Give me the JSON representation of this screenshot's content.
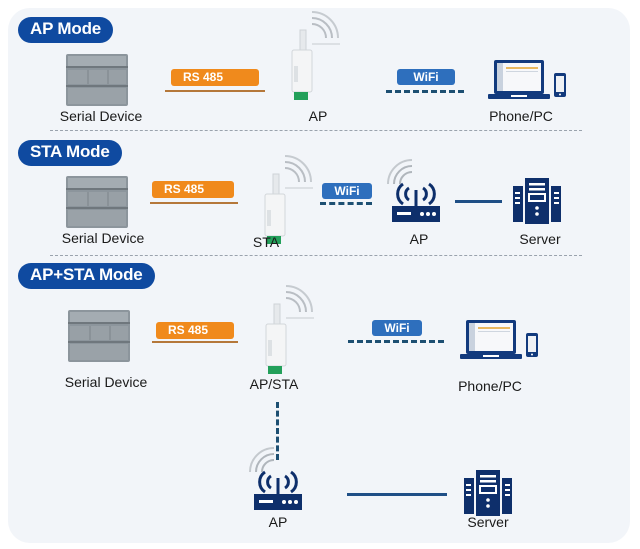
{
  "colors": {
    "mode_pill": "#0f4aa0",
    "rs485": "#f08a1c",
    "wifi": "#2e6fbd",
    "icon_navy": "#0e2f6b",
    "panel_bg": "#f2f5f9"
  },
  "sections": [
    {
      "title": "AP Mode",
      "nodes": [
        {
          "label": "Serial Device",
          "icon": "plc-device-icon"
        },
        {
          "label": "AP",
          "icon": "wifi-module-icon"
        },
        {
          "label": "Phone/PC",
          "icon": "laptop-phone-icon"
        }
      ],
      "links": [
        {
          "label": "RS 485",
          "type": "wired-serial"
        },
        {
          "label": "WiFi",
          "type": "wireless-dashed"
        }
      ]
    },
    {
      "title": "STA Mode",
      "nodes": [
        {
          "label": "Serial Device",
          "icon": "plc-device-icon"
        },
        {
          "label": "STA",
          "icon": "wifi-module-icon"
        },
        {
          "label": "AP",
          "icon": "router-icon"
        },
        {
          "label": "Server",
          "icon": "server-icon"
        }
      ],
      "links": [
        {
          "label": "RS 485",
          "type": "wired-serial"
        },
        {
          "label": "WiFi",
          "type": "wireless-dashed"
        },
        {
          "label": "",
          "type": "solid"
        }
      ]
    },
    {
      "title": "AP+STA Mode",
      "nodes": [
        {
          "label": "Serial Device",
          "icon": "plc-device-icon"
        },
        {
          "label": "AP/STA",
          "icon": "wifi-module-icon"
        },
        {
          "label": "Phone/PC",
          "icon": "laptop-phone-icon"
        },
        {
          "label": "AP",
          "icon": "router-icon"
        },
        {
          "label": "Server",
          "icon": "server-icon"
        }
      ],
      "links": [
        {
          "label": "RS 485",
          "type": "wired-serial"
        },
        {
          "label": "WiFi",
          "type": "wireless-dashed"
        },
        {
          "label": "",
          "type": "vertical-dashed"
        },
        {
          "label": "",
          "type": "solid"
        }
      ]
    }
  ]
}
